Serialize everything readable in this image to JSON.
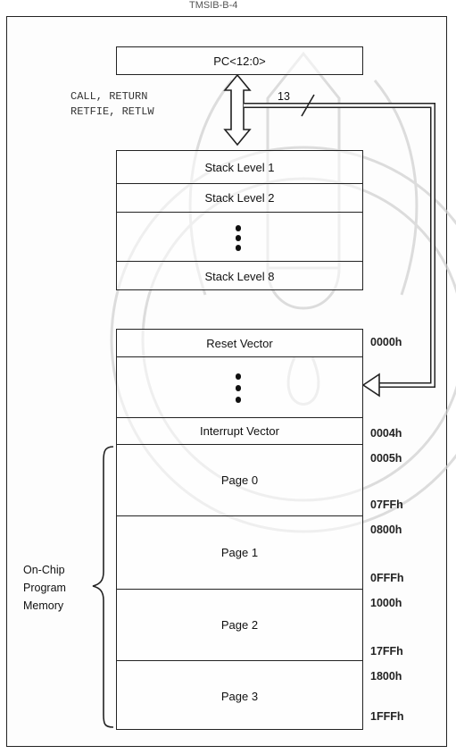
{
  "header": {
    "title_partial": "TMSIB-B-4"
  },
  "pc_box": {
    "label": "PC<12:0>"
  },
  "stack_ops": {
    "line1": "CALL, RETURN",
    "line2": "RETFIE, RETLW"
  },
  "bus_width": "13",
  "stack": {
    "levels": [
      "Stack Level 1",
      "Stack Level 2",
      "Stack Level 8"
    ]
  },
  "memory": {
    "reset_vector": "Reset Vector",
    "interrupt_vector": "Interrupt Vector",
    "pages": [
      "Page 0",
      "Page 1",
      "Page 2",
      "Page 3"
    ],
    "addresses": {
      "reset": "0000h",
      "interrupt": "0004h",
      "p0_start": "0005h",
      "p0_end": "07FFh",
      "p1_start": "0800h",
      "p1_end": "0FFFh",
      "p2_start": "1000h",
      "p2_end": "17FFh",
      "p3_start": "1800h",
      "p3_end": "1FFFh"
    },
    "brace_label": {
      "line1": "On-Chip",
      "line2": "Program",
      "line3": "Memory"
    }
  }
}
